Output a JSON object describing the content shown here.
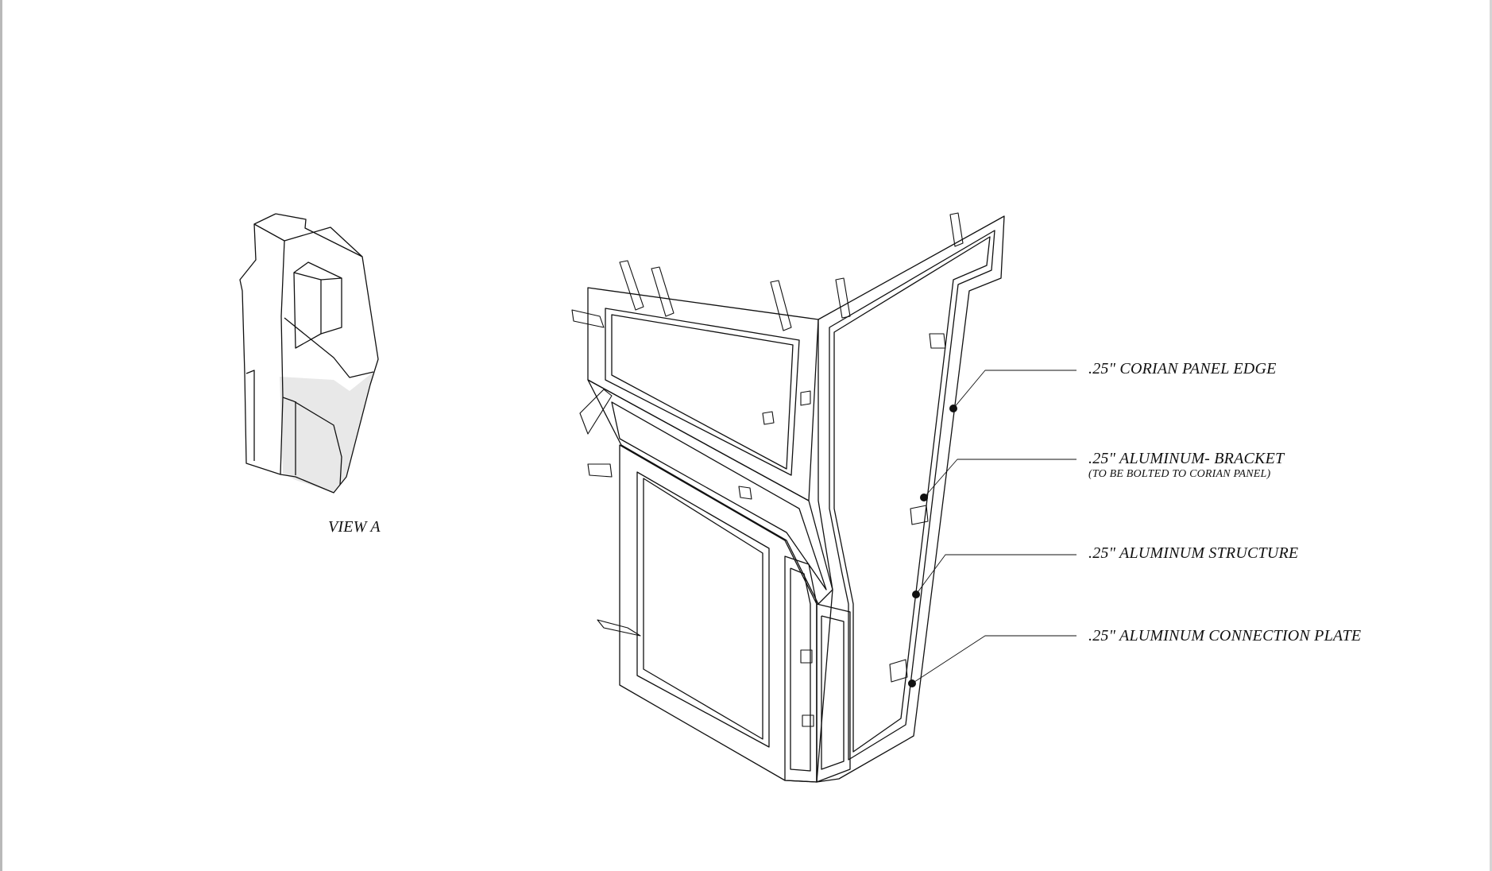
{
  "view_caption": "VIEW A",
  "callouts": [
    {
      "label": ".25\" CORIAN PANEL EDGE"
    },
    {
      "label": ".25\" ALUMINUM- BRACKET",
      "note": "(TO BE BOLTED TO CORIAN PANEL)"
    },
    {
      "label": ".25\" ALUMINUM STRUCTURE"
    },
    {
      "label": ".25\" ALUMINUM CONNECTION PLATE"
    }
  ],
  "colors": {
    "line": "#111111",
    "shade": "#e8e8e8",
    "frame": "#b9b9b9"
  }
}
